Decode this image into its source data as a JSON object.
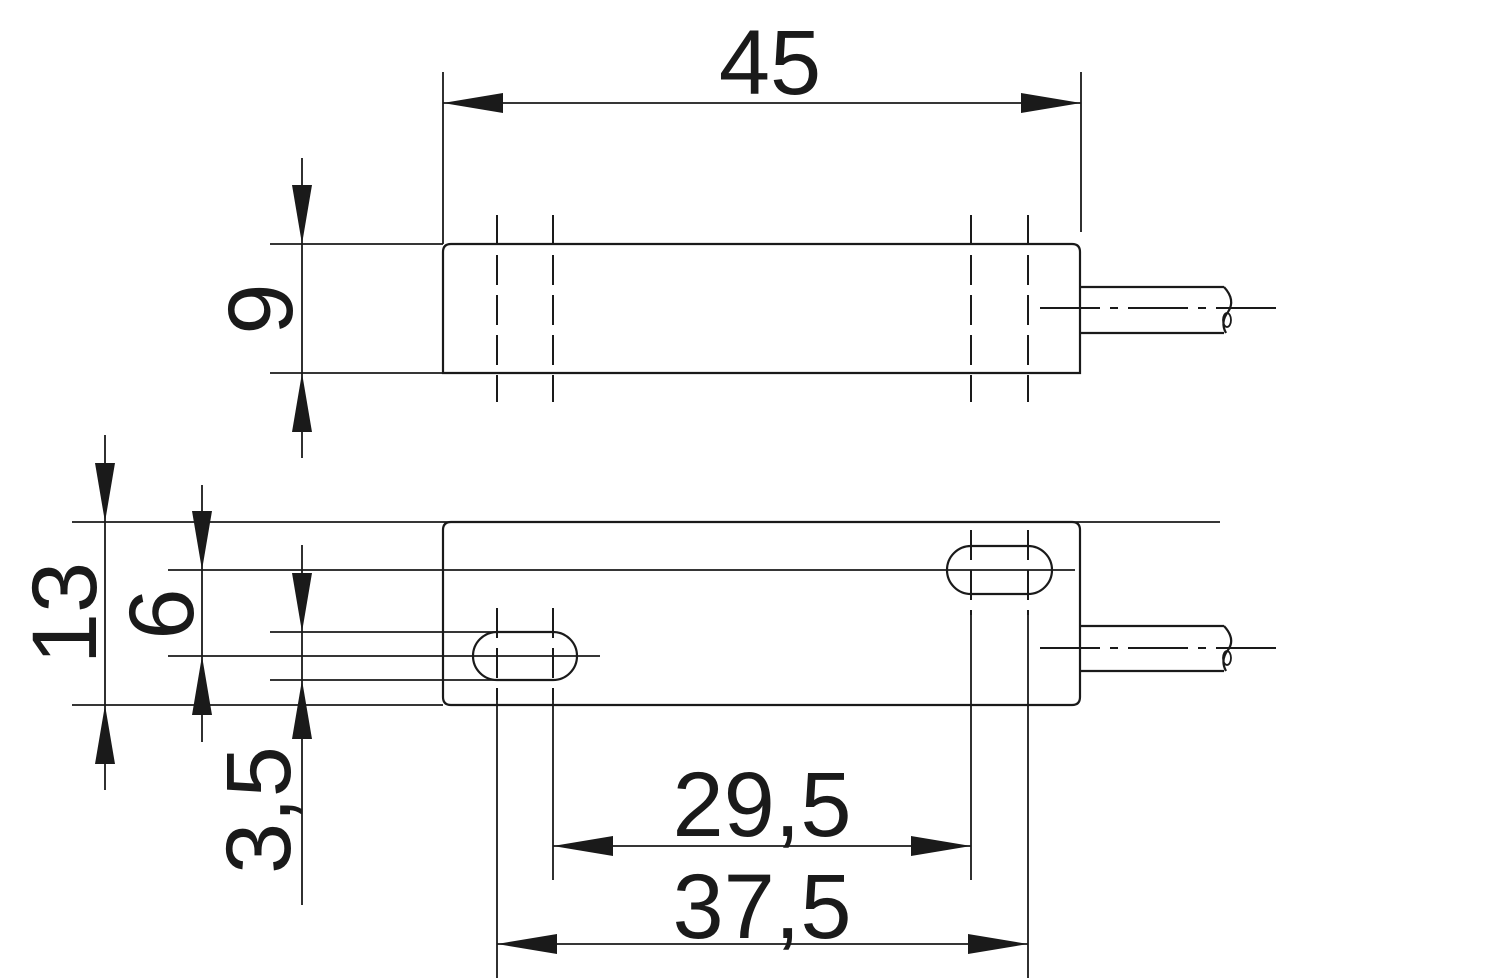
{
  "dimensions": {
    "length": "45",
    "height": "9",
    "width": "13",
    "slot_offset": "6",
    "slot_center": "3,5",
    "inner_spacing": "29,5",
    "outer_spacing": "37,5"
  },
  "colors": {
    "line": "#1a1a1a",
    "background": "#ffffff"
  }
}
